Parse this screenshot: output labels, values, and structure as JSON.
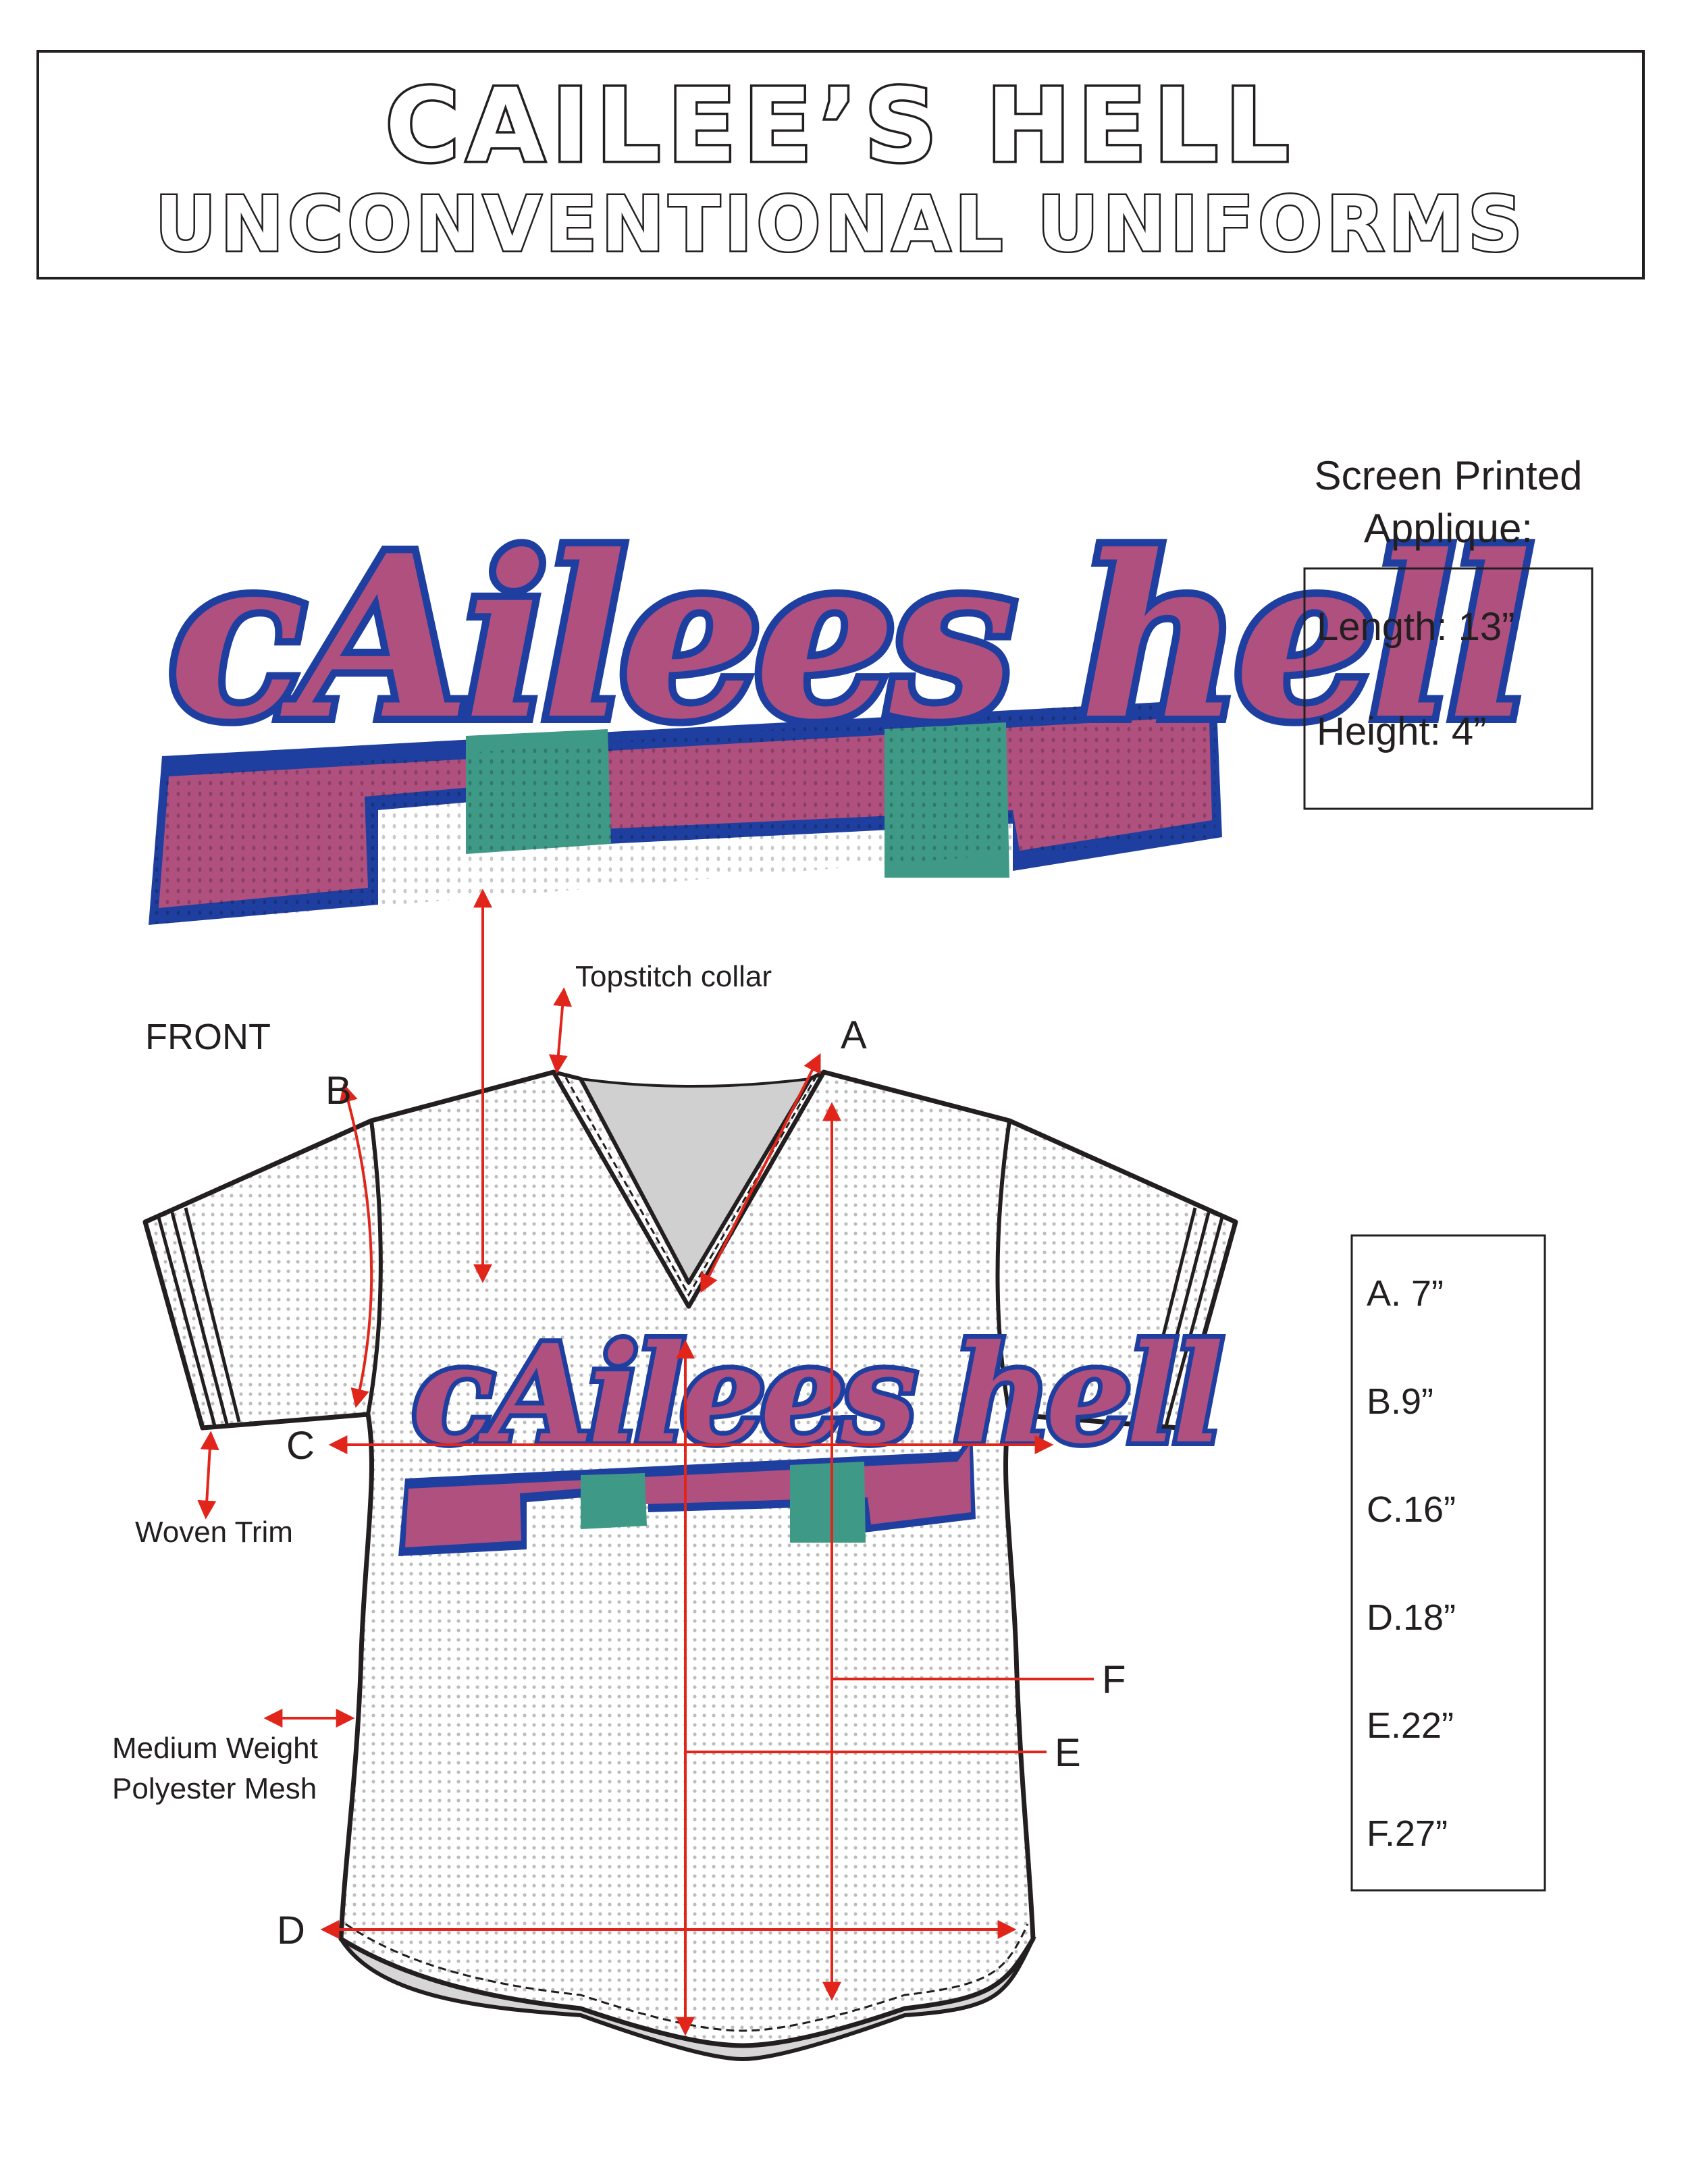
{
  "header": {
    "title": "CAILEE’S HELL",
    "subtitle": "UNCONVENTIONAL UNIFORMS"
  },
  "applique": {
    "logo_text": "cAilees hell",
    "heading_line1": "Screen Printed",
    "heading_line2": "Applique:",
    "length_label": "Length: 13”",
    "height_label": "Height: 4”"
  },
  "garment": {
    "view_label": "FRONT",
    "callouts": {
      "topstitch": "Topstitch collar",
      "woven_trim": "Woven Trim",
      "mesh_line1": "Medium Weight",
      "mesh_line2": "Polyester Mesh"
    },
    "point_letters": {
      "a": "A",
      "b": "B",
      "c": "C",
      "d": "D",
      "e": "E",
      "f": "F"
    }
  },
  "measurements": [
    {
      "key": "A",
      "text": "A. 7”"
    },
    {
      "key": "B",
      "text": "B.9”"
    },
    {
      "key": "C",
      "text": "C.16”"
    },
    {
      "key": "D",
      "text": "D.18”"
    },
    {
      "key": "E",
      "text": "E.22”"
    },
    {
      "key": "F",
      "text": "F.27”"
    }
  ],
  "colors": {
    "outline": "#231f20",
    "measure_red": "#e1251b",
    "logo_pink": "#b0507e",
    "logo_teal": "#3e9a86",
    "logo_blue": "#1f3fa0",
    "mesh_gray": "#bfbfbf"
  }
}
